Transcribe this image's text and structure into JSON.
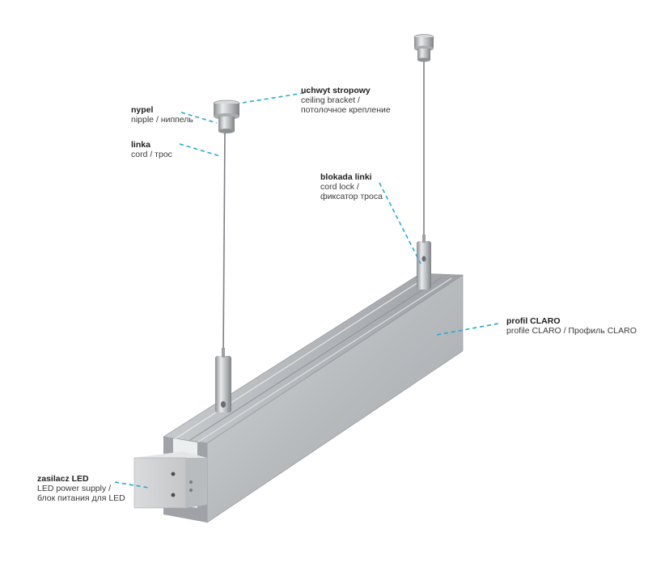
{
  "colors": {
    "leader": "#2aa8d6",
    "aluminium": "#b9bcbf",
    "text_main": "#1e1e1e",
    "text_sub": "#3a3a3a"
  },
  "labels": {
    "ceiling_bracket": {
      "title": "uchwyt stropowy",
      "line1": "ceiling bracket /",
      "line2": "потолочное крепление"
    },
    "nipple": {
      "title": "nypel",
      "line1": "nipple / ниппель"
    },
    "cord": {
      "title": "linka",
      "line1": "cord / трос"
    },
    "cord_lock": {
      "title": "blokada linki",
      "line1": "cord lock /",
      "line2": "фиксатор троса"
    },
    "profile": {
      "title": "profil CLARO",
      "line1": "profile CLARO / Профиль CLARO"
    },
    "power_supply": {
      "title": "zasilacz LED",
      "line1": "LED power supply /",
      "line2": "блок питания для LED"
    }
  }
}
